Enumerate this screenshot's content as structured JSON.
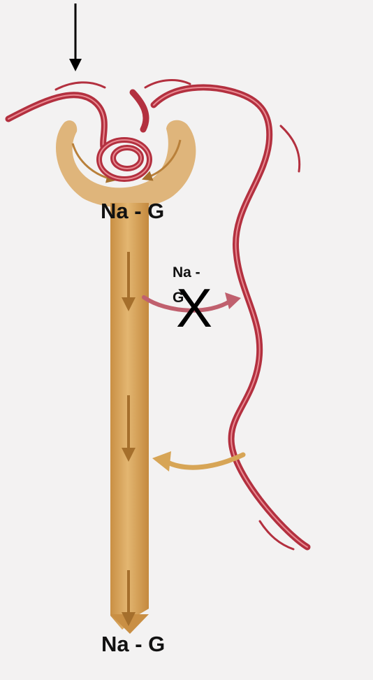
{
  "labels": {
    "top": "Na - G",
    "middle": "Na - G",
    "bottom": "Na - G",
    "block_mark": "X"
  },
  "colors": {
    "background": "#f3f2f2",
    "tubule": "#d8a55e",
    "tubule_dark": "#b9803a",
    "vessel": "#b3303f",
    "vessel_highlight": "#e98a92",
    "blocked_arrow": "#c0606e",
    "reabsorb_arrow": "#d7a556",
    "entry_arrow": "#000000"
  },
  "icons": [
    "entry-arrow-icon",
    "flow-arrow-icon",
    "blocked-arrow-icon",
    "reabsorption-arrow-icon"
  ]
}
